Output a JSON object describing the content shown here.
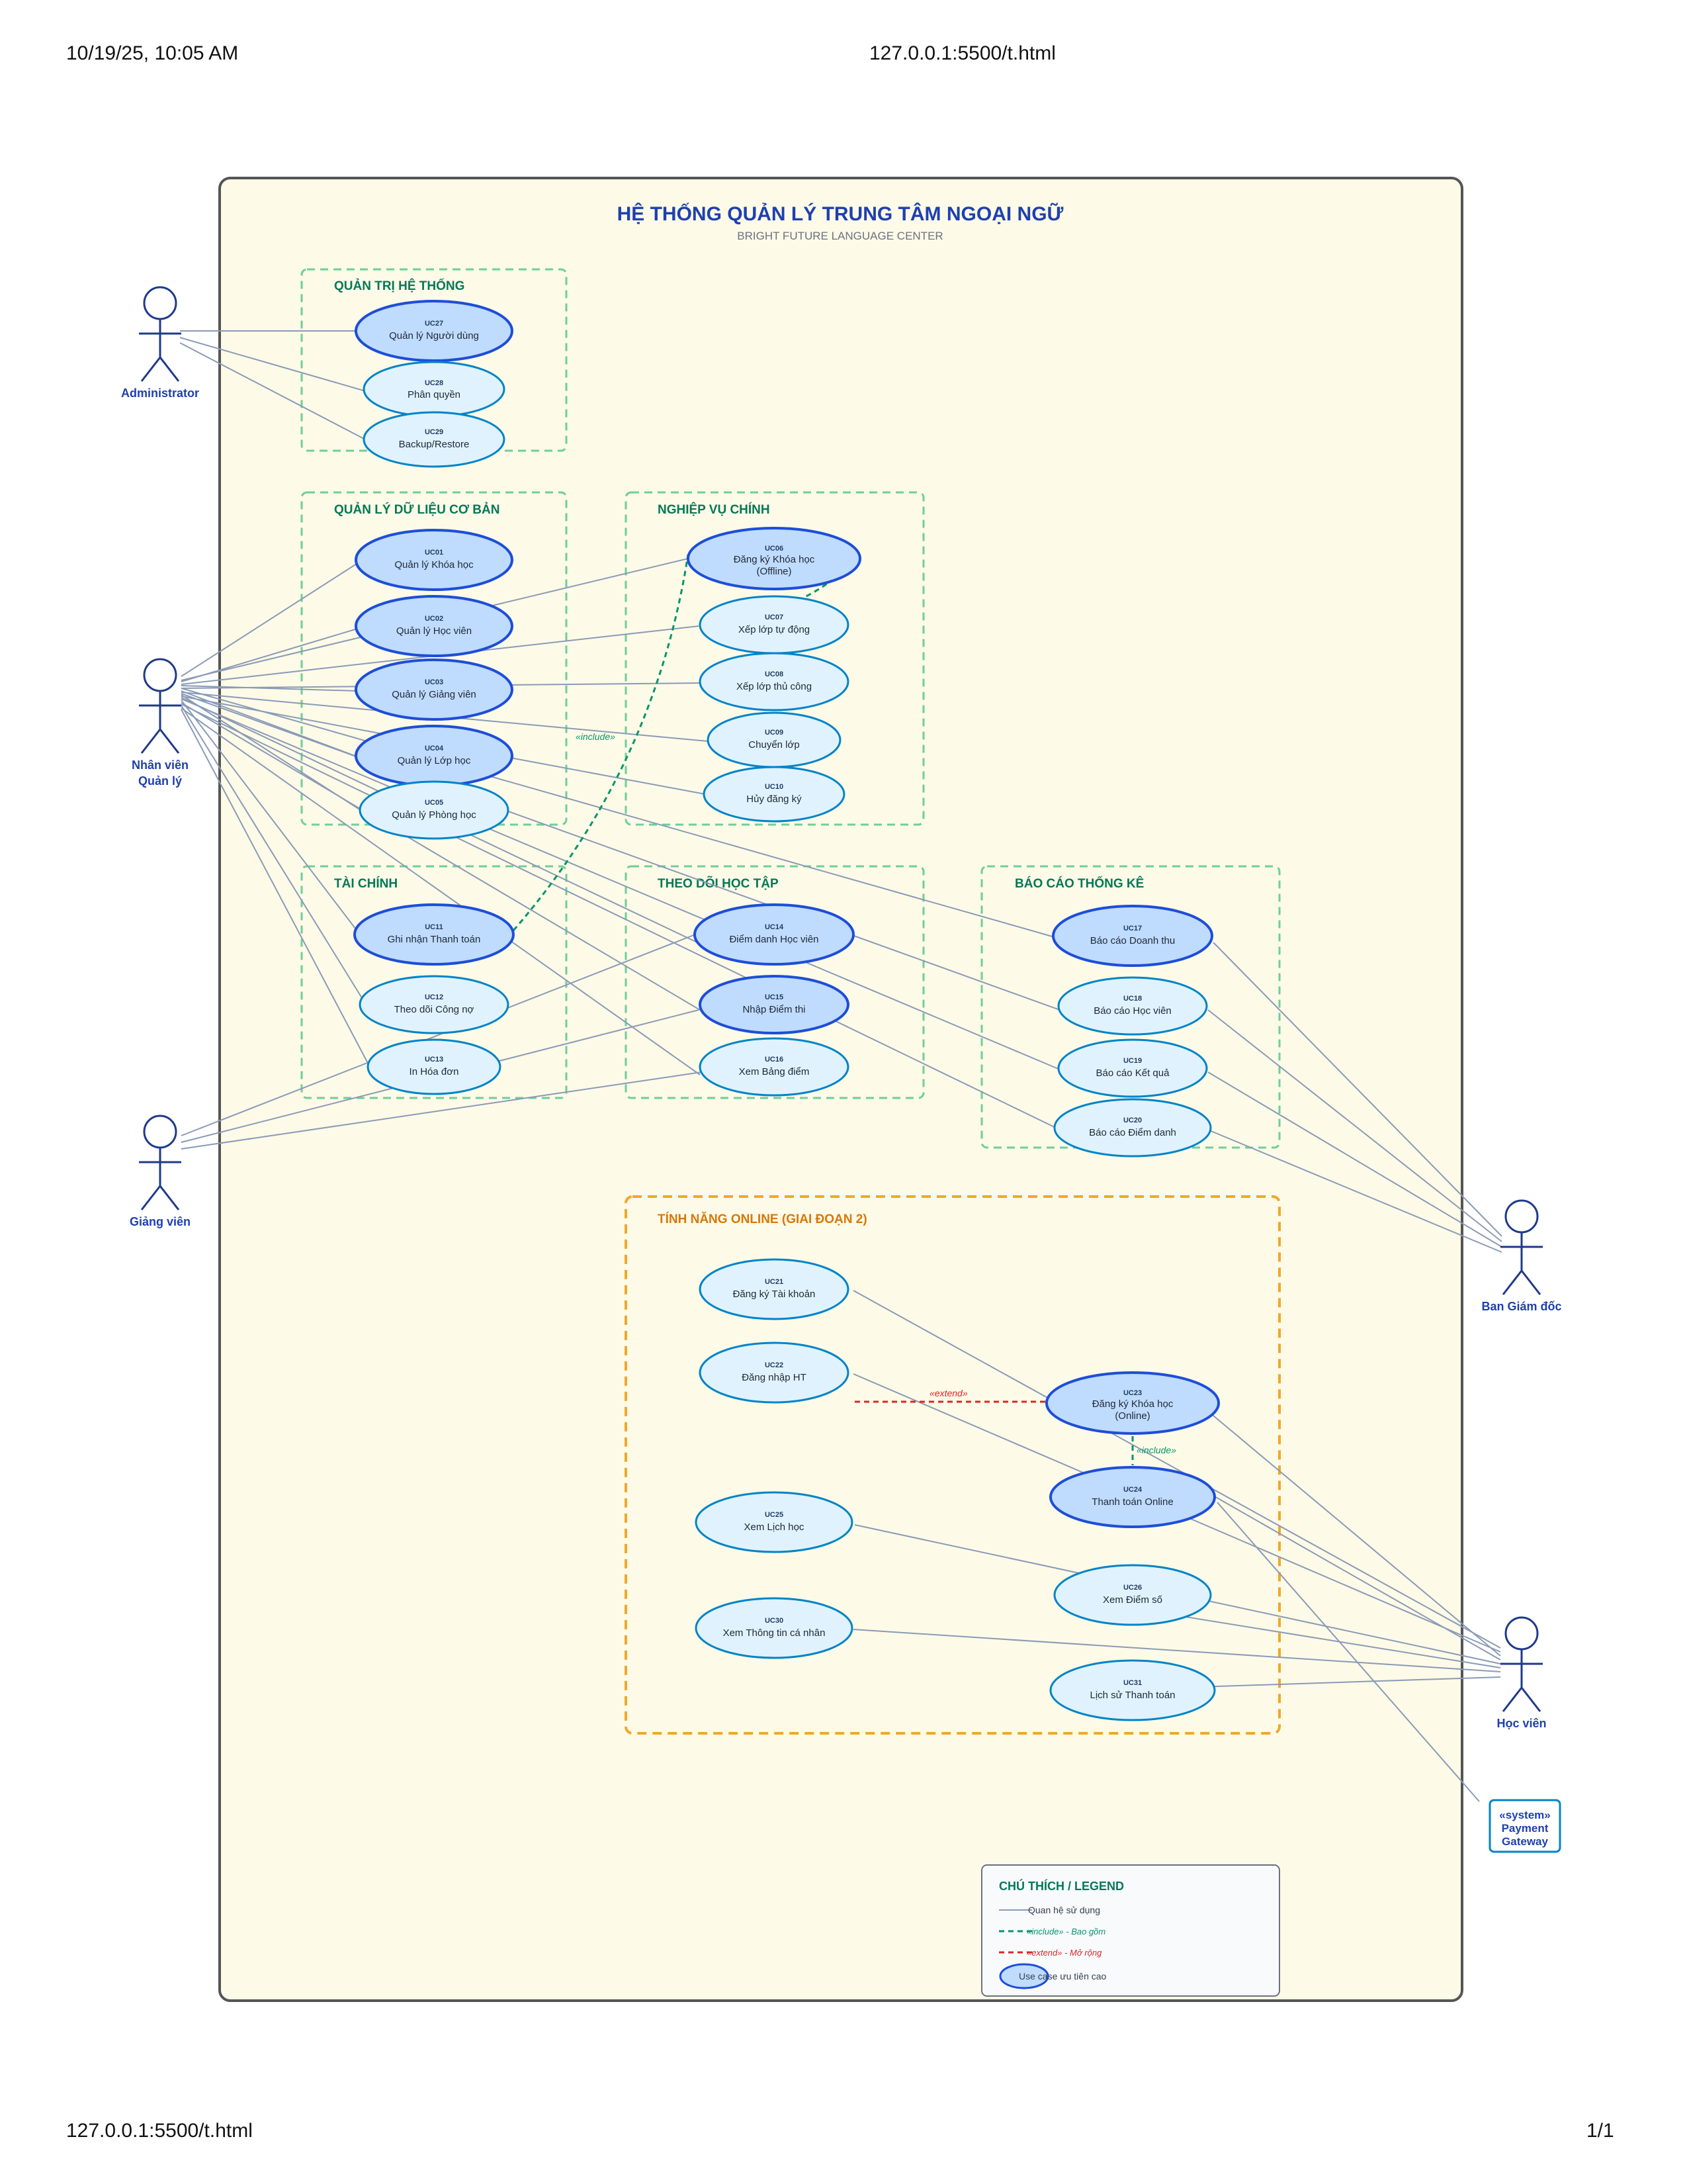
{
  "print": {
    "datetime": "10/19/25, 10:05 AM",
    "url_top": "127.0.0.1:5500/t.html",
    "url_bottom": "127.0.0.1:5500/t.html",
    "page": "1/1"
  },
  "system": {
    "title": "HỆ THỐNG QUẢN LÝ TRUNG TÂM NGOẠI NGỮ",
    "subtitle": "BRIGHT FUTURE LANGUAGE CENTER"
  },
  "packages": {
    "admin": "QUẢN TRỊ HỆ THỐNG",
    "data": "QUẢN LÝ DỮ LIỆU CƠ BẢN",
    "core": "NGHIỆP VỤ CHÍNH",
    "finance": "TÀI CHÍNH",
    "tracking": "THEO DÕI HỌC TẬP",
    "report": "BÁO CÁO THỐNG KÊ",
    "online": "TÍNH NĂNG ONLINE (GIAI ĐOẠN 2)"
  },
  "actors": {
    "admin": "Administrator",
    "staff1": "Nhân viên",
    "staff2": "Quản lý",
    "teacher": "Giảng viên",
    "board": "Ban Giám đốc",
    "student": "Học viên",
    "gateway1": "«system»",
    "gateway2": "Payment",
    "gateway3": "Gateway"
  },
  "usecases": {
    "uc27": {
      "id": "UC27",
      "name": "Quản lý Người dùng"
    },
    "uc28": {
      "id": "UC28",
      "name": "Phân quyền"
    },
    "uc29": {
      "id": "UC29",
      "name": "Backup/Restore"
    },
    "uc01": {
      "id": "UC01",
      "name": "Quản lý Khóa học"
    },
    "uc02": {
      "id": "UC02",
      "name": "Quản lý Học viên"
    },
    "uc03": {
      "id": "UC03",
      "name": "Quản lý Giảng viên"
    },
    "uc04": {
      "id": "UC04",
      "name": "Quản lý Lớp học"
    },
    "uc05": {
      "id": "UC05",
      "name": "Quản lý Phòng học"
    },
    "uc06": {
      "id": "UC06",
      "name": "Đăng ký Khóa học",
      "name2": "(Offline)"
    },
    "uc07": {
      "id": "UC07",
      "name": "Xếp lớp tự động"
    },
    "uc08": {
      "id": "UC08",
      "name": "Xếp lớp thủ công"
    },
    "uc09": {
      "id": "UC09",
      "name": "Chuyển lớp"
    },
    "uc10": {
      "id": "UC10",
      "name": "Hủy đăng ký"
    },
    "uc11": {
      "id": "UC11",
      "name": "Ghi nhận Thanh toán"
    },
    "uc12": {
      "id": "UC12",
      "name": "Theo dõi Công nợ"
    },
    "uc13": {
      "id": "UC13",
      "name": "In Hóa đơn"
    },
    "uc14": {
      "id": "UC14",
      "name": "Điểm danh Học viên"
    },
    "uc15": {
      "id": "UC15",
      "name": "Nhập Điểm thi"
    },
    "uc16": {
      "id": "UC16",
      "name": "Xem Bảng điểm"
    },
    "uc17": {
      "id": "UC17",
      "name": "Báo cáo Doanh thu"
    },
    "uc18": {
      "id": "UC18",
      "name": "Báo cáo Học viên"
    },
    "uc19": {
      "id": "UC19",
      "name": "Báo cáo Kết quả"
    },
    "uc20": {
      "id": "UC20",
      "name": "Báo cáo Điểm danh"
    },
    "uc21": {
      "id": "UC21",
      "name": "Đăng ký Tài khoản"
    },
    "uc22": {
      "id": "UC22",
      "name": "Đăng nhập HT"
    },
    "uc23": {
      "id": "UC23",
      "name": "Đăng ký Khóa học",
      "name2": "(Online)"
    },
    "uc24": {
      "id": "UC24",
      "name": "Thanh toán Online"
    },
    "uc25": {
      "id": "UC25",
      "name": "Xem Lịch học"
    },
    "uc26": {
      "id": "UC26",
      "name": "Xem Điểm số"
    },
    "uc30": {
      "id": "UC30",
      "name": "Xem Thông tin cá nhân"
    },
    "uc31": {
      "id": "UC31",
      "name": "Lịch sử Thanh toán"
    }
  },
  "relations": {
    "include": "«include»",
    "extend": "«extend»"
  },
  "legend": {
    "title": "CHÚ THÍCH / LEGEND",
    "association": "Quan hệ sử dụng",
    "include": "«include» - Bao gồm",
    "extend": "«extend» - Mở rộng",
    "priority": "Use case ưu tiên cao"
  },
  "colors": {
    "frame_fill": "#fdfae8",
    "title": "#1e40af",
    "package_green": "#047857",
    "package_orange": "#d97706",
    "uc_high_fill": "#bfdbfe",
    "uc_fill": "#e0f2fe",
    "include": "#059669",
    "extend": "#dc2626",
    "line": "#8a9bb5"
  }
}
